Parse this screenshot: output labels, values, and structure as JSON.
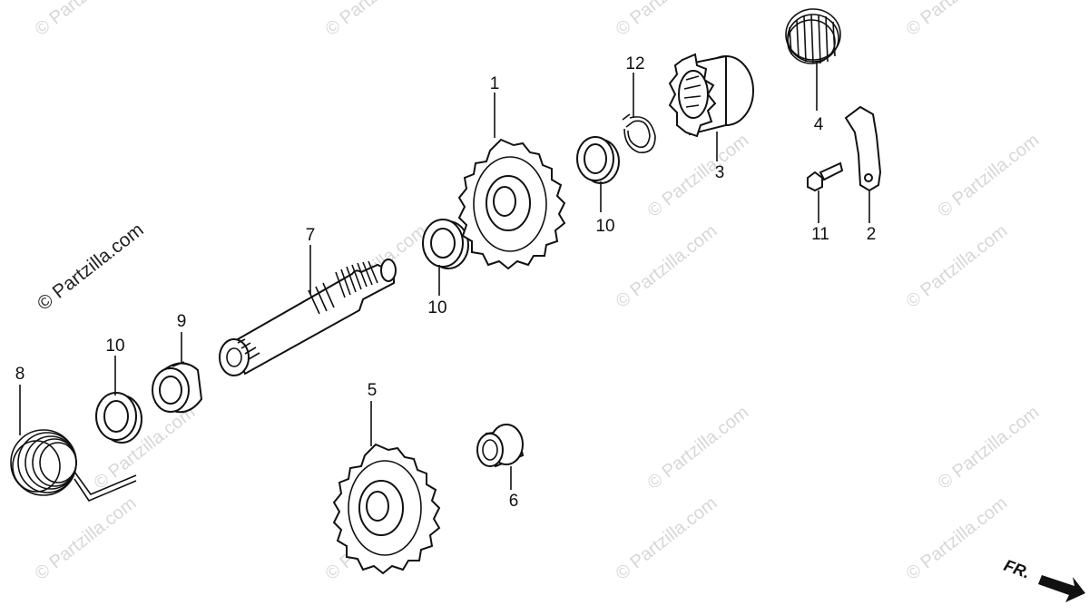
{
  "watermark": {
    "main_text": "© Partzilla.com",
    "tile_text": "© Partzilla.com"
  },
  "callouts": {
    "c1": "1",
    "c2": "2",
    "c3": "3",
    "c4": "4",
    "c5": "5",
    "c6": "6",
    "c7": "7",
    "c8": "8",
    "c9": "9",
    "c10a": "10",
    "c10b": "10",
    "c10c": "10",
    "c11": "11",
    "c12": "12"
  },
  "front_indicator": {
    "label": "FR.",
    "icon": "front-arrow-icon"
  },
  "colors": {
    "line": "#111111",
    "watermark": "#d7d7d7",
    "background": "#ffffff"
  }
}
